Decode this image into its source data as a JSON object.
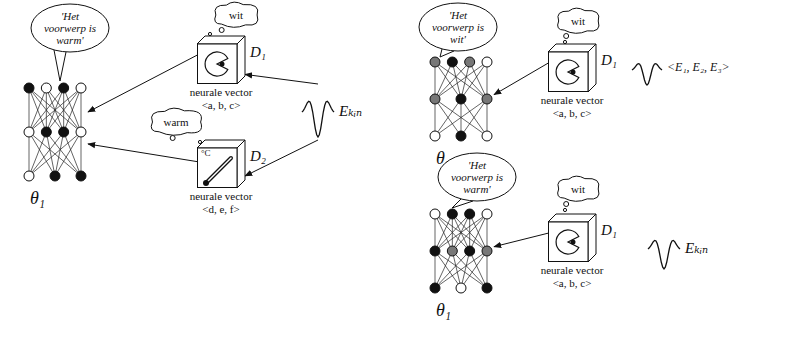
{
  "diagram": {
    "nodes": [
      {
        "text": [
          "'Het voorwerp is warm'"
        ]
      },
      {
        "text": [
          "θ₁"
        ]
      },
      {
        "text": [
          "wit"
        ]
      },
      {
        "text": [
          "D₁",
          "neurale vector",
          "<a, b, c>"
        ]
      },
      {
        "text": [
          "warm"
        ]
      },
      {
        "text": [
          "D₂",
          "neurale vector",
          "<d, e, f>"
        ]
      },
      {
        "text": [
          "Eₖᵢₙ"
        ]
      },
      {
        "text": [
          "'Het voorwerp is wit'"
        ]
      },
      {
        "text": [
          "θ₂"
        ]
      },
      {
        "text": [
          "wit"
        ]
      },
      {
        "text": [
          "D₁",
          "neurale vector",
          "<a, b, c>"
        ]
      },
      {
        "text": [
          "<E₁, E₂, E₃>"
        ]
      },
      {
        "text": [
          "'Het voorwerp is warm'"
        ]
      },
      {
        "text": [
          "θ₁"
        ]
      },
      {
        "text": [
          "wit"
        ]
      },
      {
        "text": [
          "D₁",
          "neurale vector",
          "<a, b, c>"
        ]
      },
      {
        "text": [
          "Eₖᵢₙ"
        ]
      }
    ],
    "edges": [
      {
        "from": 3,
        "to": 1,
        "arrow": "to"
      },
      {
        "from": 5,
        "to": 1,
        "arrow": "to"
      },
      {
        "from": 6,
        "to": 3,
        "arrow": "to"
      },
      {
        "from": 6,
        "to": 5,
        "arrow": "to"
      },
      {
        "from": 10,
        "to": 8,
        "arrow": "to"
      },
      {
        "from": 15,
        "to": 13,
        "arrow": "to"
      }
    ],
    "labels": [
      "°C"
    ]
  }
}
